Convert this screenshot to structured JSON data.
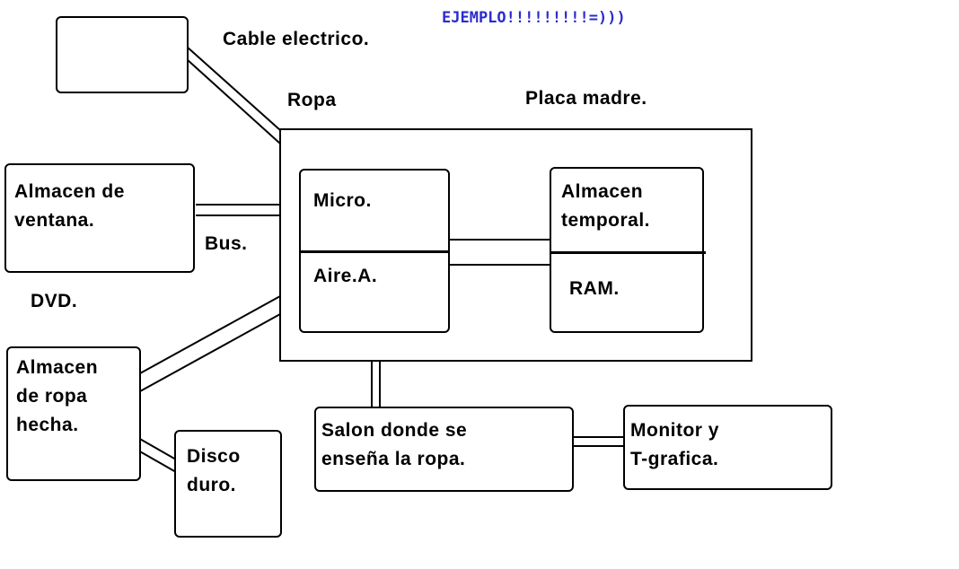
{
  "title": "EJEMPLO!!!!!!!!!=)))",
  "labels": {
    "cable": "Cable electrico.",
    "ropa": "Ropa",
    "placa": "Placa madre.",
    "bus": "Bus.",
    "dvd": "DVD.",
    "almacen_ventana": "Almacen de\nventana.",
    "micro": "Micro.",
    "aire": "Aire.A.",
    "almacen_temporal": "Almacen\ntemporal.",
    "ram": "RAM.",
    "almacen_ropa": "Almacen\nde ropa\nhecha.",
    "disco": "Disco\nduro.",
    "salon": "Salon donde se\nenseña la ropa.",
    "monitor": "Monitor y\nT-grafica."
  }
}
